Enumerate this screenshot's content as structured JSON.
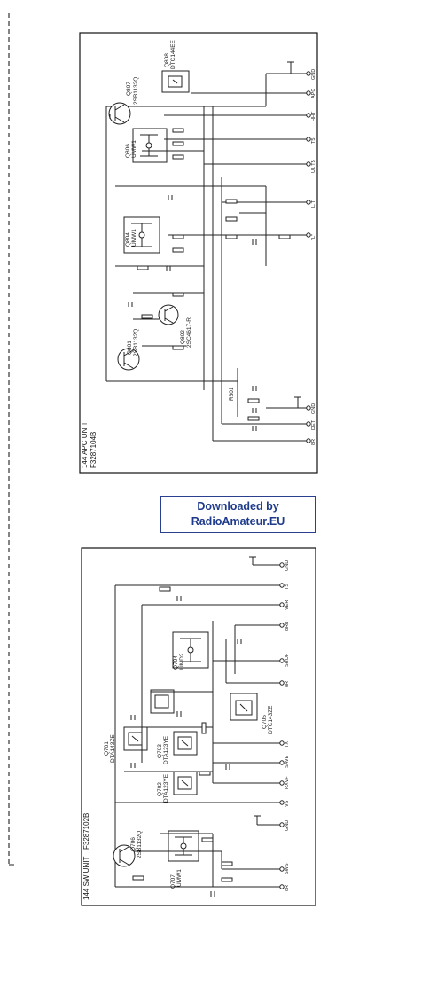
{
  "banner": {
    "line1": "Downloaded by",
    "line2": "RadioAmateur.EU"
  },
  "apc_unit": {
    "title": "144 APC UNIT",
    "part_number": "F3287104B",
    "terminals": [
      "GND",
      "APC",
      "HHT",
      "T5",
      "UL T5",
      "L.T",
      "\"L\"",
      "GND",
      "DET",
      "8R"
    ],
    "components": [
      {
        "ref": "Q807",
        "part": "2SB1132Q"
      },
      {
        "ref": "Q808",
        "part": "DTC144EE"
      },
      {
        "ref": "Q806",
        "part": "UMW1"
      },
      {
        "ref": "Q804",
        "part": "UMW1"
      },
      {
        "ref": "Q801",
        "part": "2SB1132Q"
      },
      {
        "ref": "Q802",
        "part": "2SC4617-R"
      },
      {
        "ref": "R801",
        "part": ""
      }
    ]
  },
  "sw_unit": {
    "title": "144 SW UNIT",
    "part_number": "F3287102B",
    "terminals": [
      "GND",
      "TS",
      "VER",
      "8Rd",
      "SROF",
      "8R",
      "TX",
      "SAVE",
      "RXVF",
      "VS",
      "GND",
      "SWS",
      "8R"
    ],
    "components": [
      {
        "ref": "Q704",
        "part": "UMD2"
      },
      {
        "ref": "Q705",
        "part": "DTC143ZE"
      },
      {
        "ref": "Q701",
        "part": "DTA143ZE"
      },
      {
        "ref": "Q703",
        "part": "DTA123YE"
      },
      {
        "ref": "Q702",
        "part": "DTA123YE"
      },
      {
        "ref": "Q706",
        "part": "2SB1132Q"
      },
      {
        "ref": "Q707",
        "part": "UMW1"
      }
    ]
  }
}
